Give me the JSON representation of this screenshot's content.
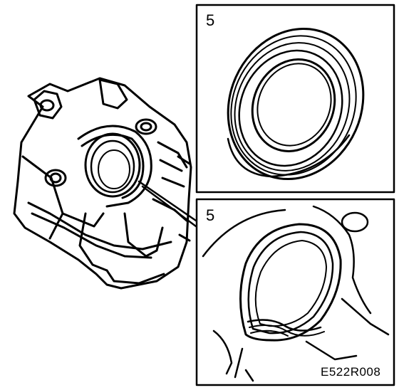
{
  "panels": {
    "top": {
      "step": "5"
    },
    "bottom": {
      "step": "5"
    }
  },
  "figure": {
    "code": "E522R008"
  },
  "colors": {
    "ink": "#000000",
    "paper": "#ffffff"
  }
}
